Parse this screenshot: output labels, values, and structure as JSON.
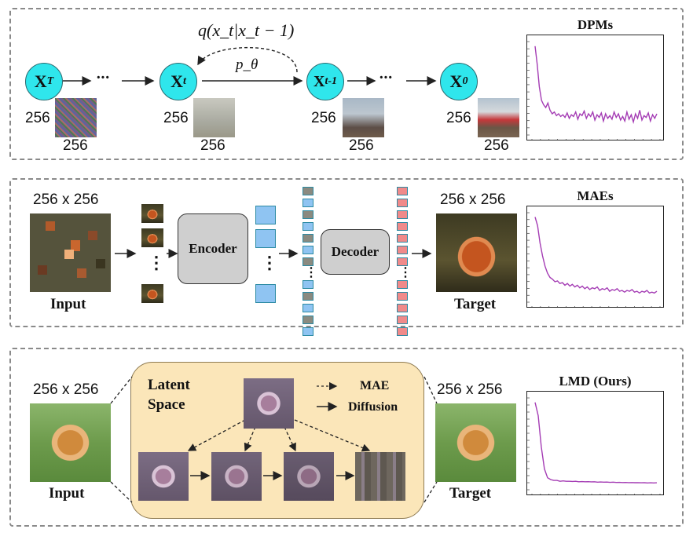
{
  "row1": {
    "title": "DPMs",
    "node_xt_big": "X",
    "node_xt_big_sub": "T",
    "node_xt": "X",
    "node_xt_sub": "t",
    "node_xt1": "X",
    "node_xt1_sub": "t-1",
    "node_x0": "X",
    "node_x0_sub": "0",
    "q_label": "q(x_t|x_t − 1)",
    "p_label": "p_θ",
    "dots": "···",
    "size_a": "256",
    "size_b": "256"
  },
  "row2": {
    "title": "MAEs",
    "input_size": "256 x 256",
    "target_size": "256 x 256",
    "input_label": "Input",
    "target_label": "Target",
    "encoder": "Encoder",
    "decoder": "Decoder",
    "vdots": "⋮"
  },
  "row3": {
    "title": "LMD (Ours)",
    "input_size": "256 x 256",
    "target_size": "256 x 256",
    "input_label": "Input",
    "target_label": "Target",
    "latent_line1": "Latent",
    "latent_line2": "Space",
    "legend_mae": "MAE",
    "legend_diffusion": "Diffusion"
  },
  "colors": {
    "node": "#2fe6ec",
    "curve": "#a43cb4",
    "latent_bg": "#fbe6b9",
    "token_blue": "#8fc4f2",
    "token_red": "#f08a8a",
    "token_gray": "#8a8a80"
  },
  "chart_data": [
    {
      "type": "line",
      "title": "DPMs",
      "series": [
        {
          "values": [
            0.95,
            0.75,
            0.5,
            0.35,
            0.3,
            0.27,
            0.32,
            0.24,
            0.2,
            0.22,
            0.18,
            0.2,
            0.17,
            0.19,
            0.16,
            0.21,
            0.15,
            0.19,
            0.17,
            0.22,
            0.14,
            0.2,
            0.18,
            0.23,
            0.15,
            0.2,
            0.17,
            0.22,
            0.13,
            0.19,
            0.16,
            0.21,
            0.12,
            0.2,
            0.15,
            0.18,
            0.14,
            0.22,
            0.16,
            0.2,
            0.13,
            0.17,
            0.12,
            0.22,
            0.14,
            0.19,
            0.11,
            0.2,
            0.15,
            0.24,
            0.13,
            0.18,
            0.16,
            0.21,
            0.12,
            0.19,
            0.15,
            0.2
          ]
        }
      ]
    },
    {
      "type": "line",
      "title": "MAEs",
      "series": [
        {
          "values": [
            0.95,
            0.85,
            0.65,
            0.5,
            0.38,
            0.3,
            0.25,
            0.23,
            0.2,
            0.21,
            0.18,
            0.19,
            0.16,
            0.18,
            0.15,
            0.17,
            0.14,
            0.16,
            0.13,
            0.15,
            0.12,
            0.14,
            0.11,
            0.13,
            0.12,
            0.14,
            0.1,
            0.12,
            0.11,
            0.13,
            0.09,
            0.11,
            0.1,
            0.12,
            0.09,
            0.1,
            0.08,
            0.1,
            0.09,
            0.11,
            0.08,
            0.09,
            0.07,
            0.09,
            0.08,
            0.1,
            0.07,
            0.08,
            0.07,
            0.09
          ]
        }
      ]
    },
    {
      "type": "line",
      "title": "LMD (Ours)",
      "series": [
        {
          "values": [
            0.95,
            0.8,
            0.45,
            0.2,
            0.1,
            0.08,
            0.07,
            0.07,
            0.06,
            0.065,
            0.06,
            0.06,
            0.058,
            0.06,
            0.055,
            0.057,
            0.055,
            0.056,
            0.054,
            0.055,
            0.05,
            0.052,
            0.05,
            0.051,
            0.048,
            0.05,
            0.047,
            0.048,
            0.046,
            0.047,
            0.045,
            0.046,
            0.044,
            0.045,
            0.043,
            0.044,
            0.042,
            0.043,
            0.042,
            0.043
          ]
        }
      ]
    }
  ]
}
